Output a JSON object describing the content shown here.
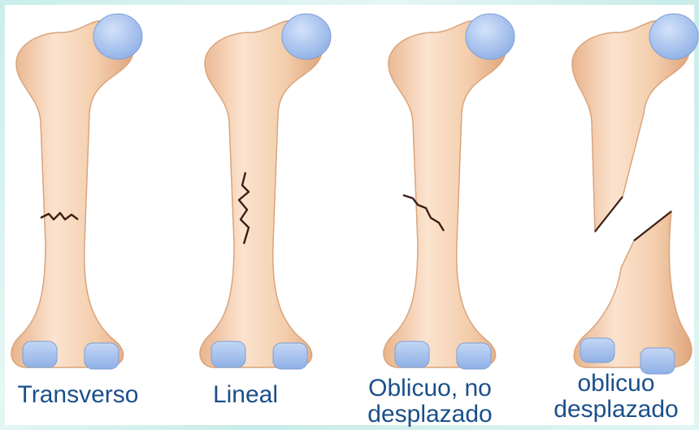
{
  "bones": [
    {
      "id": "transverso",
      "label_lines": [
        "Transverso"
      ]
    },
    {
      "id": "lineal",
      "label_lines": [
        "Lineal"
      ]
    },
    {
      "id": "oblicuo-no-desplazado",
      "label_lines": [
        "Oblicuo, no",
        "desplazado"
      ]
    },
    {
      "id": "oblicuo-desplazado",
      "label_lines": [
        "oblicuo",
        "desplazado"
      ]
    }
  ],
  "colors": {
    "bone": "#f1c9a6",
    "bone_edge": "#d9a47c",
    "bone_highlight": "#fbe3cf",
    "cartilage": "#a9c4ee",
    "crack": "#3b1e12",
    "label": "#1b4f8a",
    "frame": "#c9eeea"
  }
}
